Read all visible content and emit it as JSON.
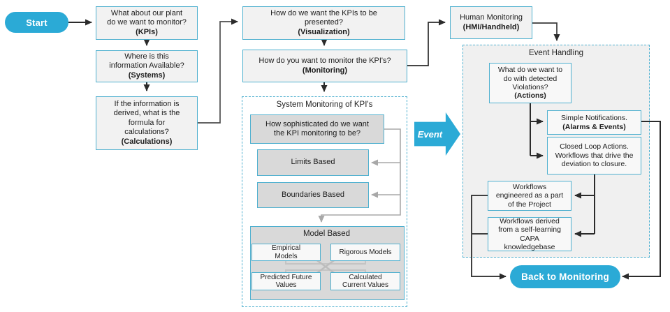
{
  "palette": {
    "accent_blue": "#2BAAD6",
    "border_blue": "#4FB0CF",
    "box_fill": "#F2F2F2",
    "gray_fill": "#D9D9D9",
    "container_fill": "#F0F0F0"
  },
  "nodes": {
    "start": {
      "label": "Start"
    },
    "kpis": {
      "text": "What about our plant\ndo we want to monitor?",
      "tag": "(KPIs)"
    },
    "systems": {
      "text": "Where is this\ninformation Available?",
      "tag": "(Systems)"
    },
    "calculations": {
      "text": "If the information is\nderived, what is the\nformula for\ncalculations?",
      "tag": "(Calculations)"
    },
    "visualization": {
      "text": "How do we want the KPIs to be\npresented?",
      "tag": "(Visualization)"
    },
    "monitoring": {
      "text": "How do you want to monitor the KPI's?",
      "tag": "(Monitoring)"
    },
    "human": {
      "text": "Human Monitoring",
      "tag": "(HMI/Handheld)"
    },
    "sys_container": {
      "title": "System Monitoring of KPI's"
    },
    "sophisticated": {
      "text": "How sophisticated do we want\nthe KPI monitoring to be?"
    },
    "limits": {
      "text": "Limits Based"
    },
    "boundaries": {
      "text": "Boundaries Based"
    },
    "model": {
      "title": "Model Based"
    },
    "empirical": {
      "text": "Empirical\nModels"
    },
    "rigorous": {
      "text": "Rigorous Models"
    },
    "predicted": {
      "text": "Predicted Future\nValues"
    },
    "calculated": {
      "text": "Calculated\nCurrent Values"
    },
    "event_arrow": {
      "label": "Event"
    },
    "event_container": {
      "title": "Event Handling"
    },
    "actions": {
      "text": "What do we want to\ndo with detected\nViolations?",
      "tag": "(Actions)"
    },
    "simple": {
      "text": "Simple Notifications.",
      "tag": "(Alarms & Events)"
    },
    "closed": {
      "text": "Closed Loop Actions.\nWorkflows that drive the\ndeviation to closure."
    },
    "wf_project": {
      "text": "Workflows\nengineered as a part\nof the Project"
    },
    "wf_capa": {
      "text": "Workflows derived\nfrom a self-learning\nCAPA\nknowledgebase"
    },
    "back": {
      "label": "Back to Monitoring"
    }
  }
}
